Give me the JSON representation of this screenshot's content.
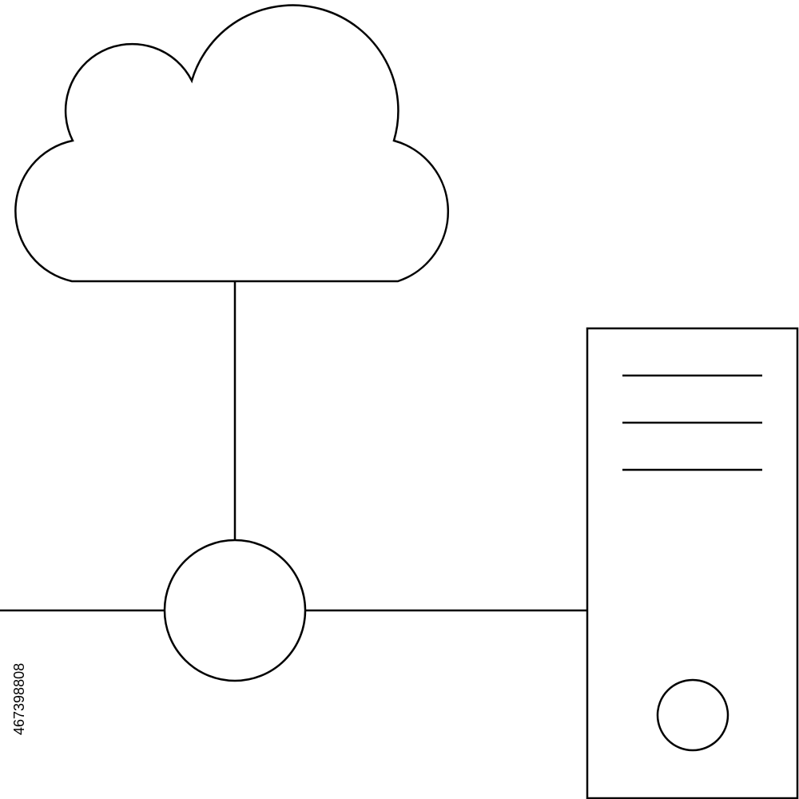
{
  "diagram": {
    "stroke_color": "#000000",
    "background_color": "#ffffff",
    "nodes": [
      {
        "id": "cloud",
        "icon": "cloud-icon"
      },
      {
        "id": "hub",
        "icon": "circle-node-icon"
      },
      {
        "id": "server",
        "icon": "server-tower-icon"
      }
    ],
    "edges": [
      {
        "from": "cloud",
        "to": "hub"
      },
      {
        "from": "hub",
        "to": "server"
      },
      {
        "from": "hub",
        "to": "left-edge"
      }
    ]
  },
  "stock_id": "467398808"
}
